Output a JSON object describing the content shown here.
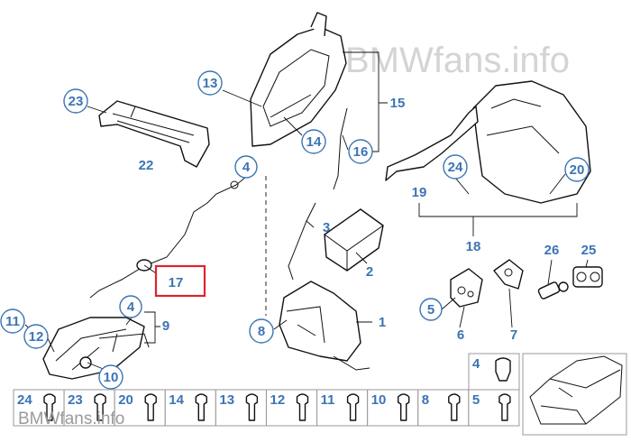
{
  "watermark": {
    "top_right": "BMWfans.info",
    "bottom_left": "BMWfans.info"
  },
  "callouts": {
    "c23": "23",
    "c22": "22",
    "c13": "13",
    "c14": "14",
    "c15": "15",
    "c16": "16",
    "c4a": "4",
    "c24": "24",
    "c20": "20",
    "c19": "19",
    "c18": "18",
    "c26": "26",
    "c25": "25",
    "c3": "3",
    "c2": "2",
    "c17": "17",
    "c4b": "4",
    "c9": "9",
    "c11": "11",
    "c12": "12",
    "c8": "8",
    "c1": "1",
    "c5": "5",
    "c6": "6",
    "c7": "7",
    "c10": "10"
  },
  "hardware_strip": [
    "24",
    "23",
    "20",
    "14",
    "13",
    "12",
    "11",
    "10",
    "8",
    "5"
  ],
  "hardware_extra": "4",
  "colors": {
    "label": "#3b74b4",
    "highlight": "#d9262b"
  }
}
